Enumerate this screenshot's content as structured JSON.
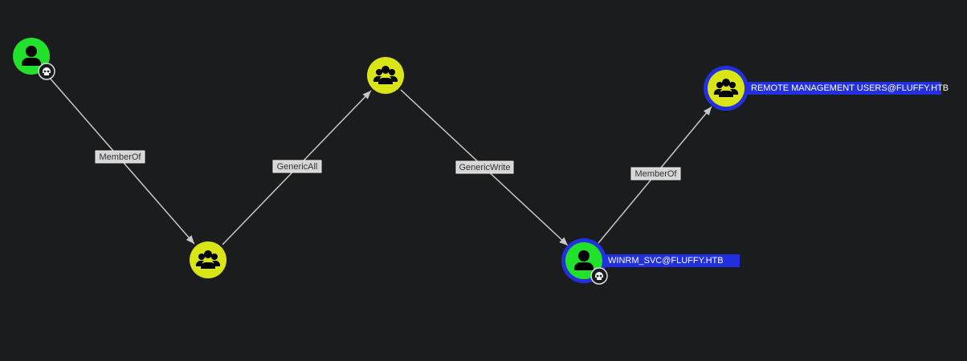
{
  "nodes": [
    {
      "id": "user1",
      "type": "user",
      "label": "",
      "owned": true,
      "color": "#22e12a",
      "selected": false
    },
    {
      "id": "group1",
      "type": "group",
      "label": "",
      "owned": false,
      "color": "#d9e514",
      "selected": false
    },
    {
      "id": "group2",
      "type": "group",
      "label": "",
      "owned": false,
      "color": "#d9e514",
      "selected": false
    },
    {
      "id": "winrm",
      "type": "user",
      "label": "WINRM_SVC@FLUFFY.HTB",
      "owned": true,
      "color": "#22e12a",
      "selected": true
    },
    {
      "id": "rmu",
      "type": "group",
      "label": "REMOTE MANAGEMENT USERS@FLUFFY.HTB",
      "owned": false,
      "color": "#d9e514",
      "selected": true
    }
  ],
  "edges": [
    {
      "from": "user1",
      "to": "group1",
      "label": "MemberOf"
    },
    {
      "from": "group1",
      "to": "group2",
      "label": "GenericAll"
    },
    {
      "from": "group2",
      "to": "winrm",
      "label": "GenericWrite"
    },
    {
      "from": "winrm",
      "to": "rmu",
      "label": "MemberOf"
    }
  ],
  "colors": {
    "highlight": "#2230e0",
    "edge": "#c8c8c8"
  }
}
